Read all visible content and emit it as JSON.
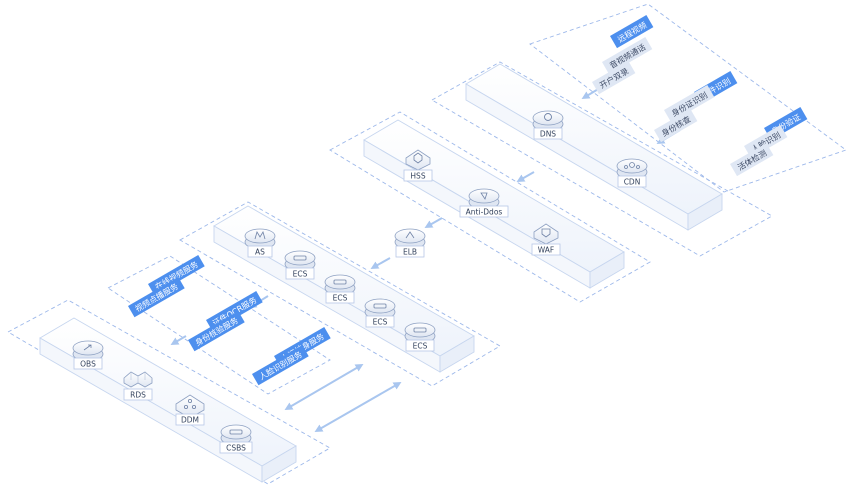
{
  "colors": {
    "accent": "#4d8fee",
    "tag_light": "#dfe7f4",
    "tray_stroke": "#c7d6ef",
    "dashed": "#9db8ea",
    "arrow": "#a9c6ef",
    "icon_fill": "#ffffff",
    "icon_stroke": "#8da0c2"
  },
  "tags": {
    "remote_video": "远程视频",
    "audio_video_call": "音视频通话",
    "open_account": "开户双录",
    "cert_recognition": "证件识别",
    "id_card_recognition": "身份证识别",
    "id_verification": "身份核查",
    "identity_verification": "身份验证",
    "face_recognition": "人脸识别",
    "liveness_detection": "活体检测",
    "online_video_service": "在线视频服务",
    "video_on_demand_service": "视频点播服务",
    "cert_ocr_service": "证件OCR服务",
    "id_check_service": "身份核验服务",
    "face_verification_service": "人证核身服务",
    "face_recognition_service": "人脸识别服务"
  },
  "nodes": {
    "dns": "DNS",
    "cdn": "CDN",
    "hss": "HSS",
    "anti_ddos": "Anti-Ddos",
    "waf": "WAF",
    "elb": "ELB",
    "as": "AS",
    "ecs1": "ECS",
    "ecs2": "ECS",
    "ecs3": "ECS",
    "ecs4": "ECS",
    "obs": "OBS",
    "rds": "RDS",
    "ddm": "DDM",
    "csbs": "CSBS"
  }
}
